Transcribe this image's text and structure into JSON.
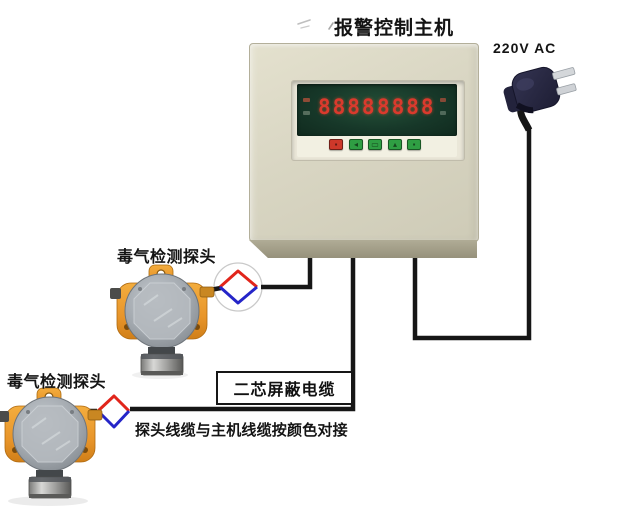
{
  "title": {
    "text": "报警控制主机"
  },
  "power_plug": {
    "label": "220V AC"
  },
  "controller": {
    "name": "alarm-control-host",
    "display": {
      "left_digits": "8888",
      "right_digits": "8888"
    },
    "buttons": [
      {
        "name": "set",
        "color": "#cd382a",
        "glyph": "▪"
      },
      {
        "name": "shift",
        "color": "#2f9e43",
        "glyph": "◂"
      },
      {
        "name": "function",
        "color": "#2f9e43",
        "glyph": "▭"
      },
      {
        "name": "up",
        "color": "#2f9e43",
        "glyph": "▴"
      },
      {
        "name": "enter",
        "color": "#2f9e43",
        "glyph": "▪"
      }
    ]
  },
  "probes": {
    "upper_label": "毒气检测探头",
    "lower_label": "毒气检测探头"
  },
  "cable": {
    "shielded_label": "二芯屏蔽电缆",
    "color_note": "探头线缆与主机线缆按颜色对接"
  },
  "colors": {
    "wire_black": "#161616",
    "connector_red": "#e1251b",
    "connector_blue": "#2525c8",
    "digit_red": "#da3a2d",
    "enclosure_beige": "#d8d5c1",
    "display_green": "#17382a",
    "probe_orange": "#eda02c"
  }
}
